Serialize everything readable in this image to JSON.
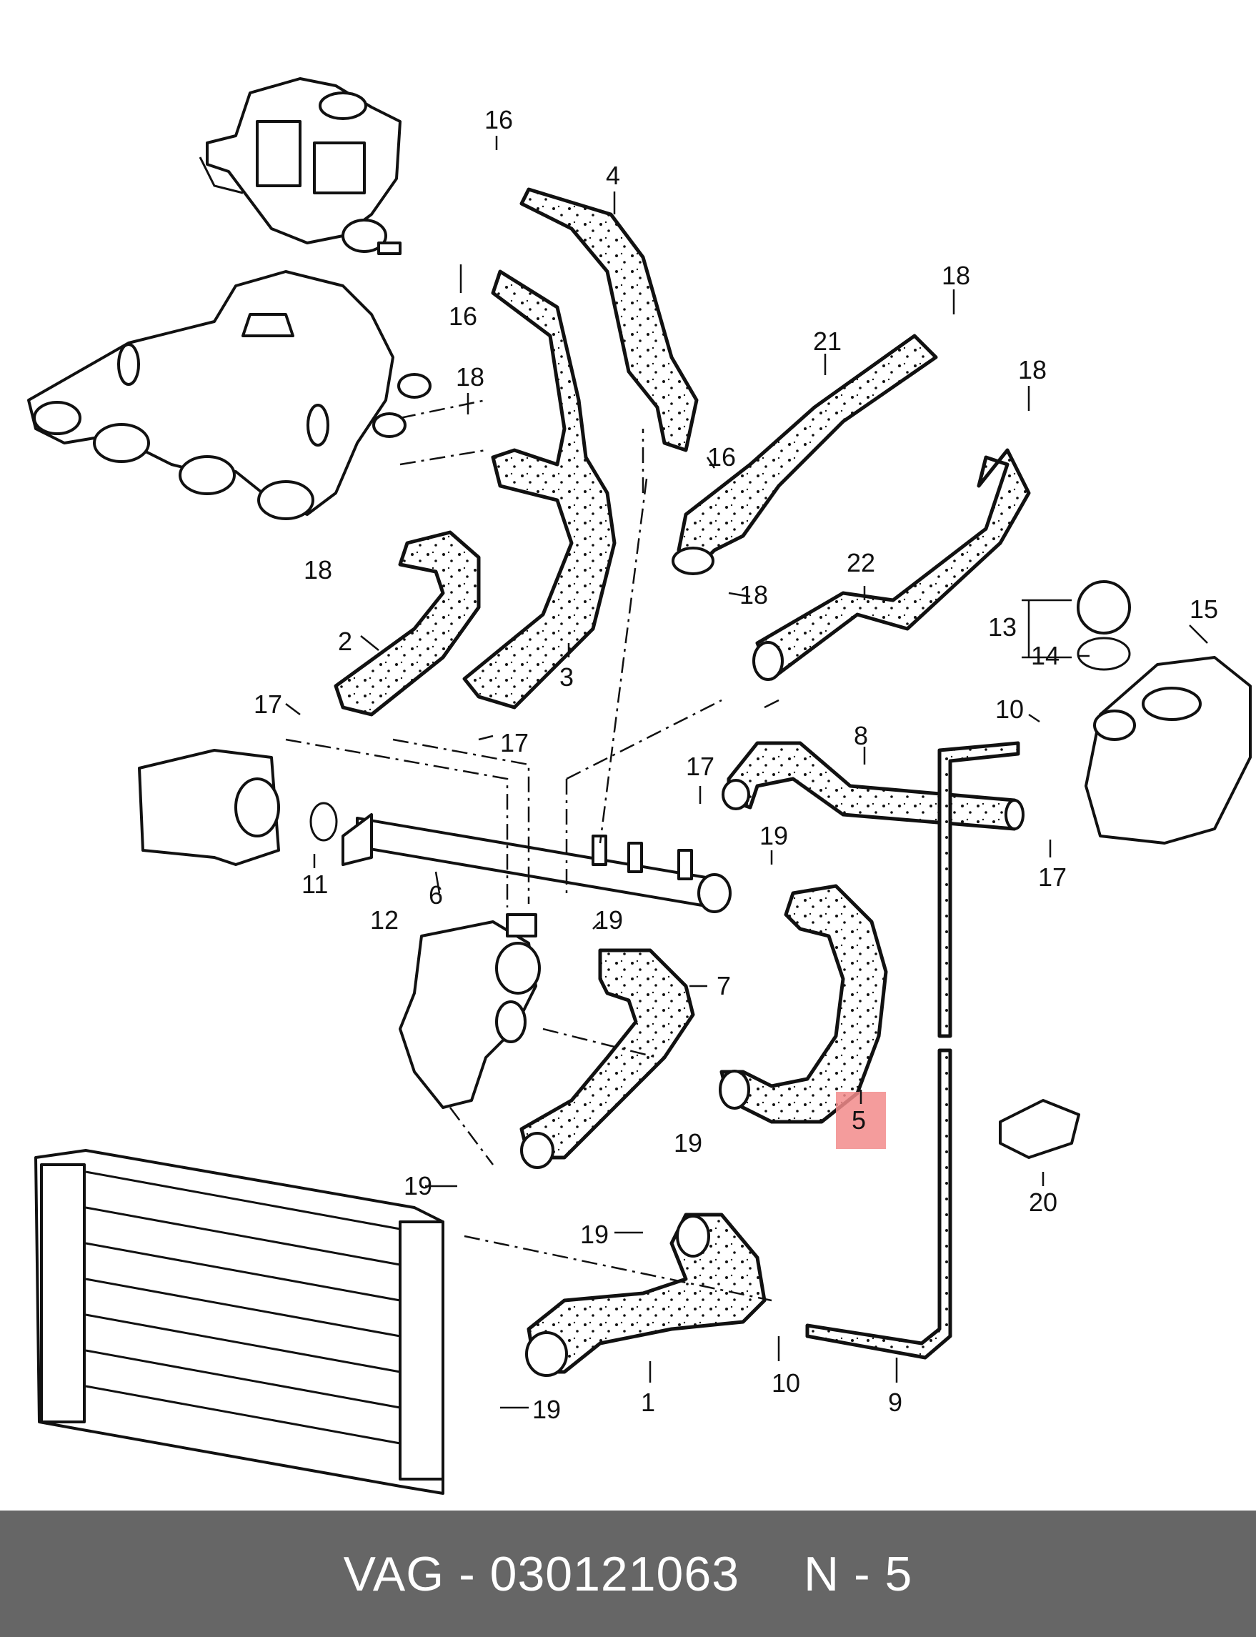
{
  "diagram": {
    "highlight_color": "#f28b8b",
    "highlighted_callout": "5",
    "callouts": [
      "16",
      "4",
      "16",
      "18",
      "21",
      "18",
      "18",
      "16",
      "18",
      "22",
      "13",
      "15",
      "14",
      "18",
      "2",
      "3",
      "17",
      "17",
      "10",
      "8",
      "17",
      "19",
      "11",
      "6",
      "12",
      "19",
      "17",
      "7",
      "5",
      "19",
      "20",
      "19",
      "19",
      "1",
      "10",
      "9",
      "19"
    ]
  },
  "footer": {
    "brand": "VAG",
    "separator": "-",
    "part_number": "030121063",
    "position_label": "N - 5",
    "background_color": "#666666",
    "text_color": "#ffffff"
  }
}
